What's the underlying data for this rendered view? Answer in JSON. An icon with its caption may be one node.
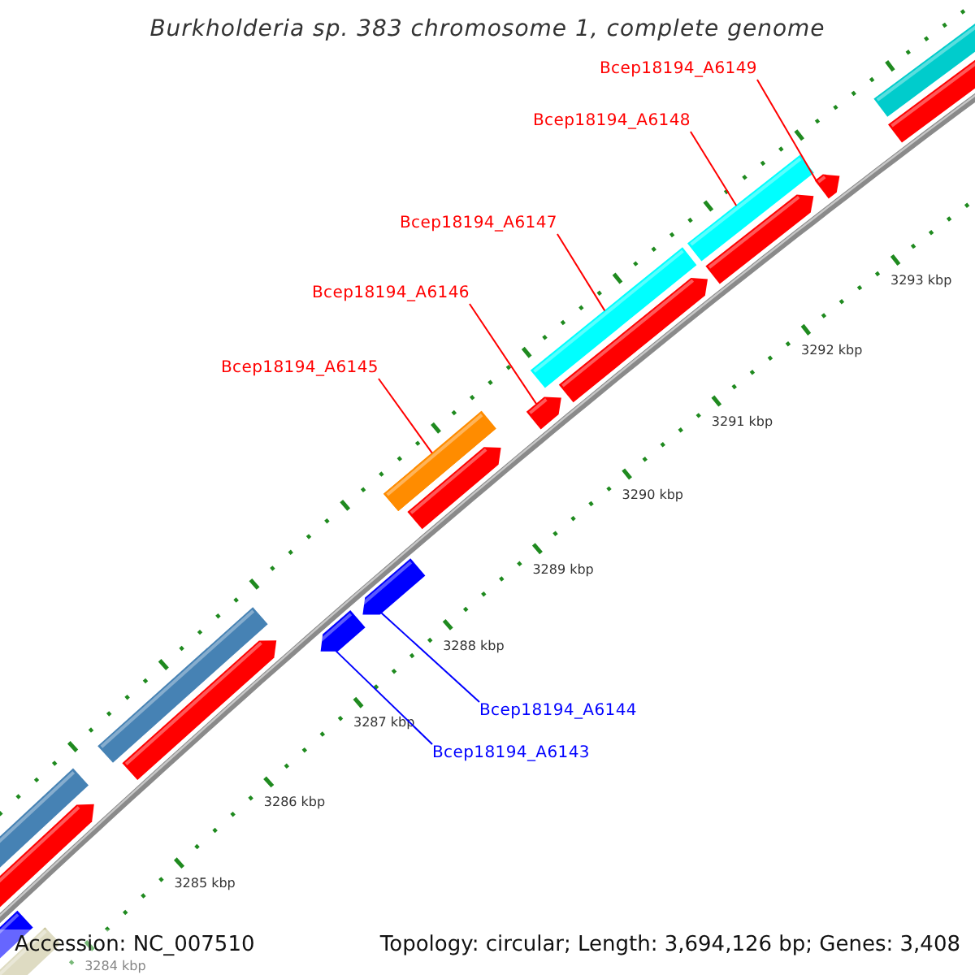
{
  "diagram": {
    "title": "Burkholderia sp. 383 chromosome 1, complete genome",
    "nodes": [
      {
        "text": [
          "Bcep18194_A6149"
        ]
      },
      {
        "text": [
          "Bcep18194_A6148"
        ]
      },
      {
        "text": [
          "Bcep18194_A6147"
        ]
      },
      {
        "text": [
          "Bcep18194_A6146"
        ]
      },
      {
        "text": [
          "Bcep18194_A6145"
        ]
      },
      {
        "text": [
          "Bcep18194_A6144"
        ]
      },
      {
        "text": [
          "Bcep18194_A6143"
        ]
      },
      {
        "text": [],
        "shape": "arrow"
      },
      {
        "text": [],
        "shape": "arrow"
      },
      {
        "text": [],
        "shape": "bar"
      },
      {
        "text": [],
        "shape": "arrow"
      },
      {
        "text": [],
        "shape": "bar"
      },
      {
        "text": [],
        "shape": "bar"
      },
      {
        "text": [],
        "shape": "arrow"
      }
    ],
    "edges": [
      {
        "from": 0,
        "to": 13,
        "arrow": "none"
      },
      {
        "from": 1,
        "to": 12,
        "arrow": "none"
      },
      {
        "from": 2,
        "to": 11,
        "arrow": "none"
      },
      {
        "from": 3,
        "to": 10,
        "arrow": "none"
      },
      {
        "from": 4,
        "to": 9,
        "arrow": "none"
      },
      {
        "from": 5,
        "to": 8,
        "arrow": "none",
        "color": "#0000ff"
      },
      {
        "from": 6,
        "to": 7,
        "arrow": "none",
        "color": "#0000ff"
      }
    ],
    "labels": [
      "3293 kbp",
      "3292 kbp",
      "3291 kbp",
      "3290 kbp",
      "3289 kbp",
      "3288 kbp",
      "3287 kbp",
      "3286 kbp",
      "3285 kbp",
      "3284 kbp",
      "Accession: NC_007510",
      "Topology: circular; Length: 3,694,126 bp; Genes: 3,408"
    ]
  }
}
